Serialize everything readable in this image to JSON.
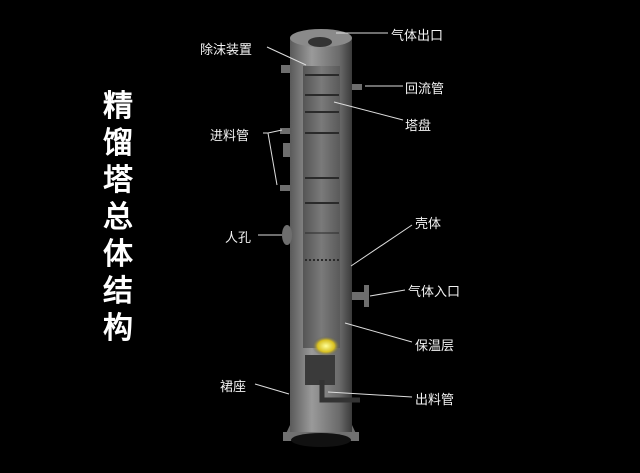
{
  "title_chars": [
    "精",
    "馏",
    "塔",
    "总",
    "体",
    "结",
    "构"
  ],
  "labels": {
    "demister": "除沫装置",
    "gas_outlet": "气体出口",
    "reflux_pipe": "回流管",
    "tray": "塔盘",
    "feed_pipe": "进料管",
    "manhole": "人孔",
    "shell": "壳体",
    "gas_inlet": "气体入口",
    "insulation": "保温层",
    "skirt": "裙座",
    "discharge_pipe": "出料管"
  }
}
